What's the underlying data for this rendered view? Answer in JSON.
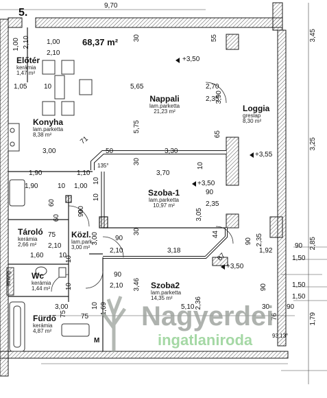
{
  "unit_number": "5.",
  "total_area": "68,37 m²",
  "rooms": [
    {
      "name": "Előtér",
      "floor": "kerámia",
      "area": "1,47 m²"
    },
    {
      "name": "Konyha",
      "floor": "lam.parketta",
      "area": "8,38 m²"
    },
    {
      "name": "Nappali",
      "floor": "lam.parketta",
      "area": "21,23 m²"
    },
    {
      "name": "Loggia",
      "floor": "greslap",
      "area": "8,30 m²"
    },
    {
      "name": "Szoba-1",
      "floor": "lam.parketta",
      "area": "10,97 m²"
    },
    {
      "name": "Tároló",
      "floor": "kerámia",
      "area": "2,66 m²"
    },
    {
      "name": "Közl.",
      "floor": "lam.park.",
      "area": "3,00 m²"
    },
    {
      "name": "Szoba2",
      "floor": "lam.parketta",
      "area": "14,35 m²"
    },
    {
      "name": "Wc",
      "floor": "kerámia",
      "area": "1,44 m²"
    },
    {
      "name": "Fürdő",
      "floor": "kerámia",
      "area": "4,87 m²"
    }
  ],
  "levels": [
    "+3,50",
    "+3,55",
    "+3,50",
    "+3,50"
  ],
  "angles": [
    "135°",
    "93,13°"
  ],
  "dimensions": {
    "top": "9,70",
    "right": [
      "3,45",
      "3,25",
      "2,85",
      "1,79"
    ],
    "horizontal": [
      "1,00",
      "2,10",
      "1,05",
      "10",
      "5,65",
      "2,70",
      "2,35",
      "3,00",
      "50",
      "3,30",
      "1,90",
      "1,10",
      "3,70",
      "1,90",
      "10",
      "1,00",
      "90",
      "2,35",
      "75",
      "2,10",
      "1,60",
      "10",
      "90",
      "2,10",
      "3,18",
      "1,92",
      "90",
      "1,50",
      "90",
      "2,10",
      "1,50",
      "1,50",
      "3,00",
      "75",
      "5,10",
      "30",
      "90"
    ],
    "vertical": [
      "1,00",
      "2,10",
      "30",
      "55",
      "3,90",
      "5,75",
      "71",
      "65",
      "10",
      "10",
      "30",
      "60",
      "90",
      "3,05",
      "3,00",
      "30",
      "44",
      "87",
      "90",
      "2,35",
      "3,46",
      "10",
      "1,69",
      "2,36",
      "76",
      "90",
      "60",
      "90",
      "10",
      "10",
      "10",
      "75"
    ],
    "small_labels": [
      "strang",
      "M"
    ]
  },
  "watermark": {
    "brand": "Nagyerdei",
    "sub": "ingatlaniroda"
  },
  "colors": {
    "line": "#1a1a1a",
    "wall_fill": "#9a9a9a",
    "hatch": "#555555",
    "watermark": "#9aa09a",
    "watermark_sub": "#8fcf8f"
  }
}
